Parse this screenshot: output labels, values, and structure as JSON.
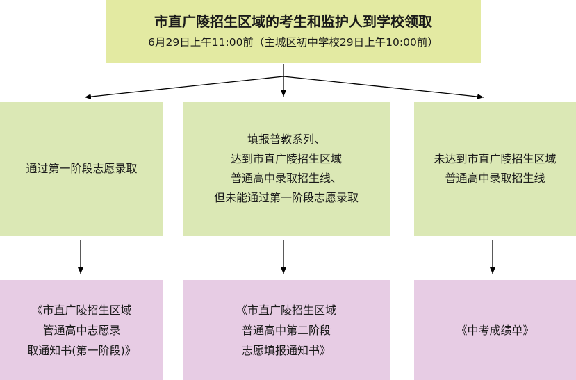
{
  "top": {
    "title": "市直广陵招生区域的考生和监护人到学校领取",
    "subtitle": "6月29日上午11:00前（主城区初中学校29日上午10:00前）"
  },
  "middle": [
    {
      "lines": [
        "通过第一阶段志愿录取"
      ]
    },
    {
      "lines": [
        "填报普教系列、",
        "达到市直广陵招生区域",
        "普通高中录取招生线、",
        "但未能通过第一阶段志愿录取"
      ]
    },
    {
      "lines": [
        "未达到市直广陵招生区域",
        "普通高中录取招生线"
      ]
    }
  ],
  "bottom": [
    {
      "lines": [
        "《市直广陵招生区域",
        "管通高中志愿录",
        "取通知书(第一阶段)》"
      ]
    },
    {
      "lines": [
        "《市直广陵招生区域",
        "普通高中第二阶段",
        "志愿填报通知书》"
      ]
    },
    {
      "lines": [
        "《中考成绩单》"
      ]
    }
  ],
  "colors": {
    "top_box": "#e3eaa2",
    "middle_box": "#dbe8b5",
    "bottom_box": "#e7cce4",
    "arrow": "#000000"
  }
}
